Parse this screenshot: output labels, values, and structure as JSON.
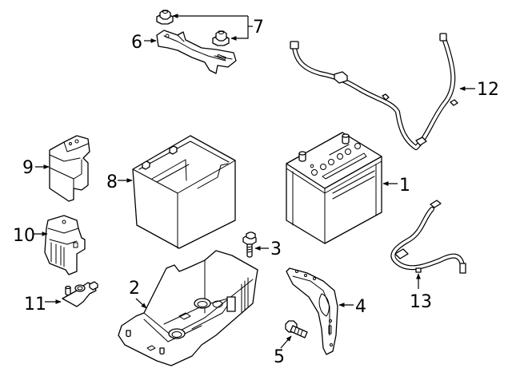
{
  "diagram": {
    "type": "exploded parts diagram",
    "subject": "battery and mounting components",
    "callouts": [
      {
        "id": "1",
        "label": "1",
        "part": "battery"
      },
      {
        "id": "2",
        "label": "2",
        "part": "battery tray"
      },
      {
        "id": "3",
        "label": "3",
        "part": "tray bolt"
      },
      {
        "id": "4",
        "label": "4",
        "part": "support bracket"
      },
      {
        "id": "5",
        "label": "5",
        "part": "bracket bolt"
      },
      {
        "id": "6",
        "label": "6",
        "part": "hold-down bracket"
      },
      {
        "id": "7",
        "label": "7",
        "part": "hold-down nuts"
      },
      {
        "id": "8",
        "label": "8",
        "part": "battery insulator box"
      },
      {
        "id": "9",
        "label": "9",
        "part": "terminal cover"
      },
      {
        "id": "10",
        "label": "10",
        "part": "fuse block"
      },
      {
        "id": "11",
        "label": "11",
        "part": "terminal clamp"
      },
      {
        "id": "12",
        "label": "12",
        "part": "battery cable"
      },
      {
        "id": "13",
        "label": "13",
        "part": "sensor wire harness"
      }
    ]
  }
}
